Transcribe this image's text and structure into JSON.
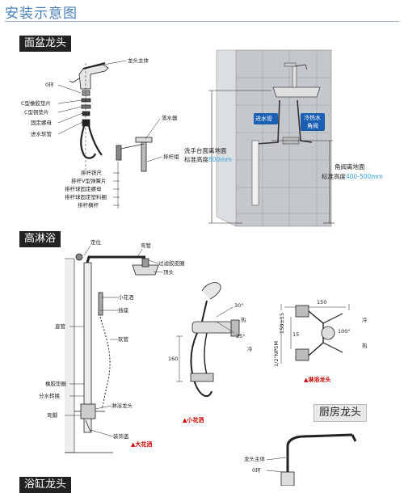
{
  "page": {
    "title": "安装示意图"
  },
  "sections": {
    "basin": "面盆龙头",
    "shower": "高淋浴",
    "kitchen": "厨房龙头",
    "bathtub": "浴缸龙头"
  },
  "basin_labels": {
    "faucet_body": "龙头主体",
    "o_ring": "0环",
    "c_rubber": "C型橡胶垫片",
    "c_copper": "C型铜垫片",
    "fix_nut": "固定螺母",
    "inlet_hose": "进水软管",
    "drain": "落水器",
    "drain_set": "排杆组",
    "rod_iron": "排杆铁尺",
    "rod_v_spring": "排杆V型弹簧片",
    "rod_fix_nut": "排杆球固定螺母",
    "rod_fix_gasket": "排杆球固定塑料圈",
    "rod_horiz": "排杆横杆"
  },
  "wall_labels": {
    "inlet_pipe": "进水管",
    "hot_cold_valve_1": "冷热水",
    "hot_cold_valve_2": "角阀",
    "basin_height_1": "洗手台面离地面",
    "basin_height_2_prefix": "标准高度",
    "basin_height_value": "800mm",
    "valve_height_1": "角阀离地面",
    "valve_height_2_prefix": "标准高度",
    "valve_height_value": "400-500mm"
  },
  "shower_labels": {
    "locate": "定位",
    "bend_pipe": "弯管",
    "filter_ring": "过滤胶皮圈",
    "head": "顶头",
    "small_shower": "小花洒",
    "socket": "插座",
    "straight_pipe": "直管",
    "hose": "软管",
    "rubber_gasket": "橡胶垫圈",
    "diverter": "分水转换",
    "elbow": "弯脚",
    "mixer": "淋浴龙头",
    "decor_cover": "装饰盖",
    "big_shower_caption": "▲大花洒",
    "small_shower_caption": "▲小花洒",
    "bath_caption": "▲淋浴龙头"
  },
  "small_shower_dims": {
    "d160": "160",
    "a30": "30°",
    "a25": "25°",
    "hot": "热",
    "cold": "冷"
  },
  "bath_dims": {
    "d150": "150",
    "d15": "15",
    "d150b": "150±15",
    "g12": "1/2\"NPSM",
    "a100": "100°",
    "cold": "冷",
    "hot": "热"
  },
  "kitchen_labels": {
    "body": "龙头主体",
    "o_ring": "0环"
  },
  "colors": {
    "title": "#4a7fb8",
    "highlight": "#3aa0d8",
    "badge": "#1a5fb4",
    "red": "#c00000",
    "tile": "#b9bec3"
  }
}
